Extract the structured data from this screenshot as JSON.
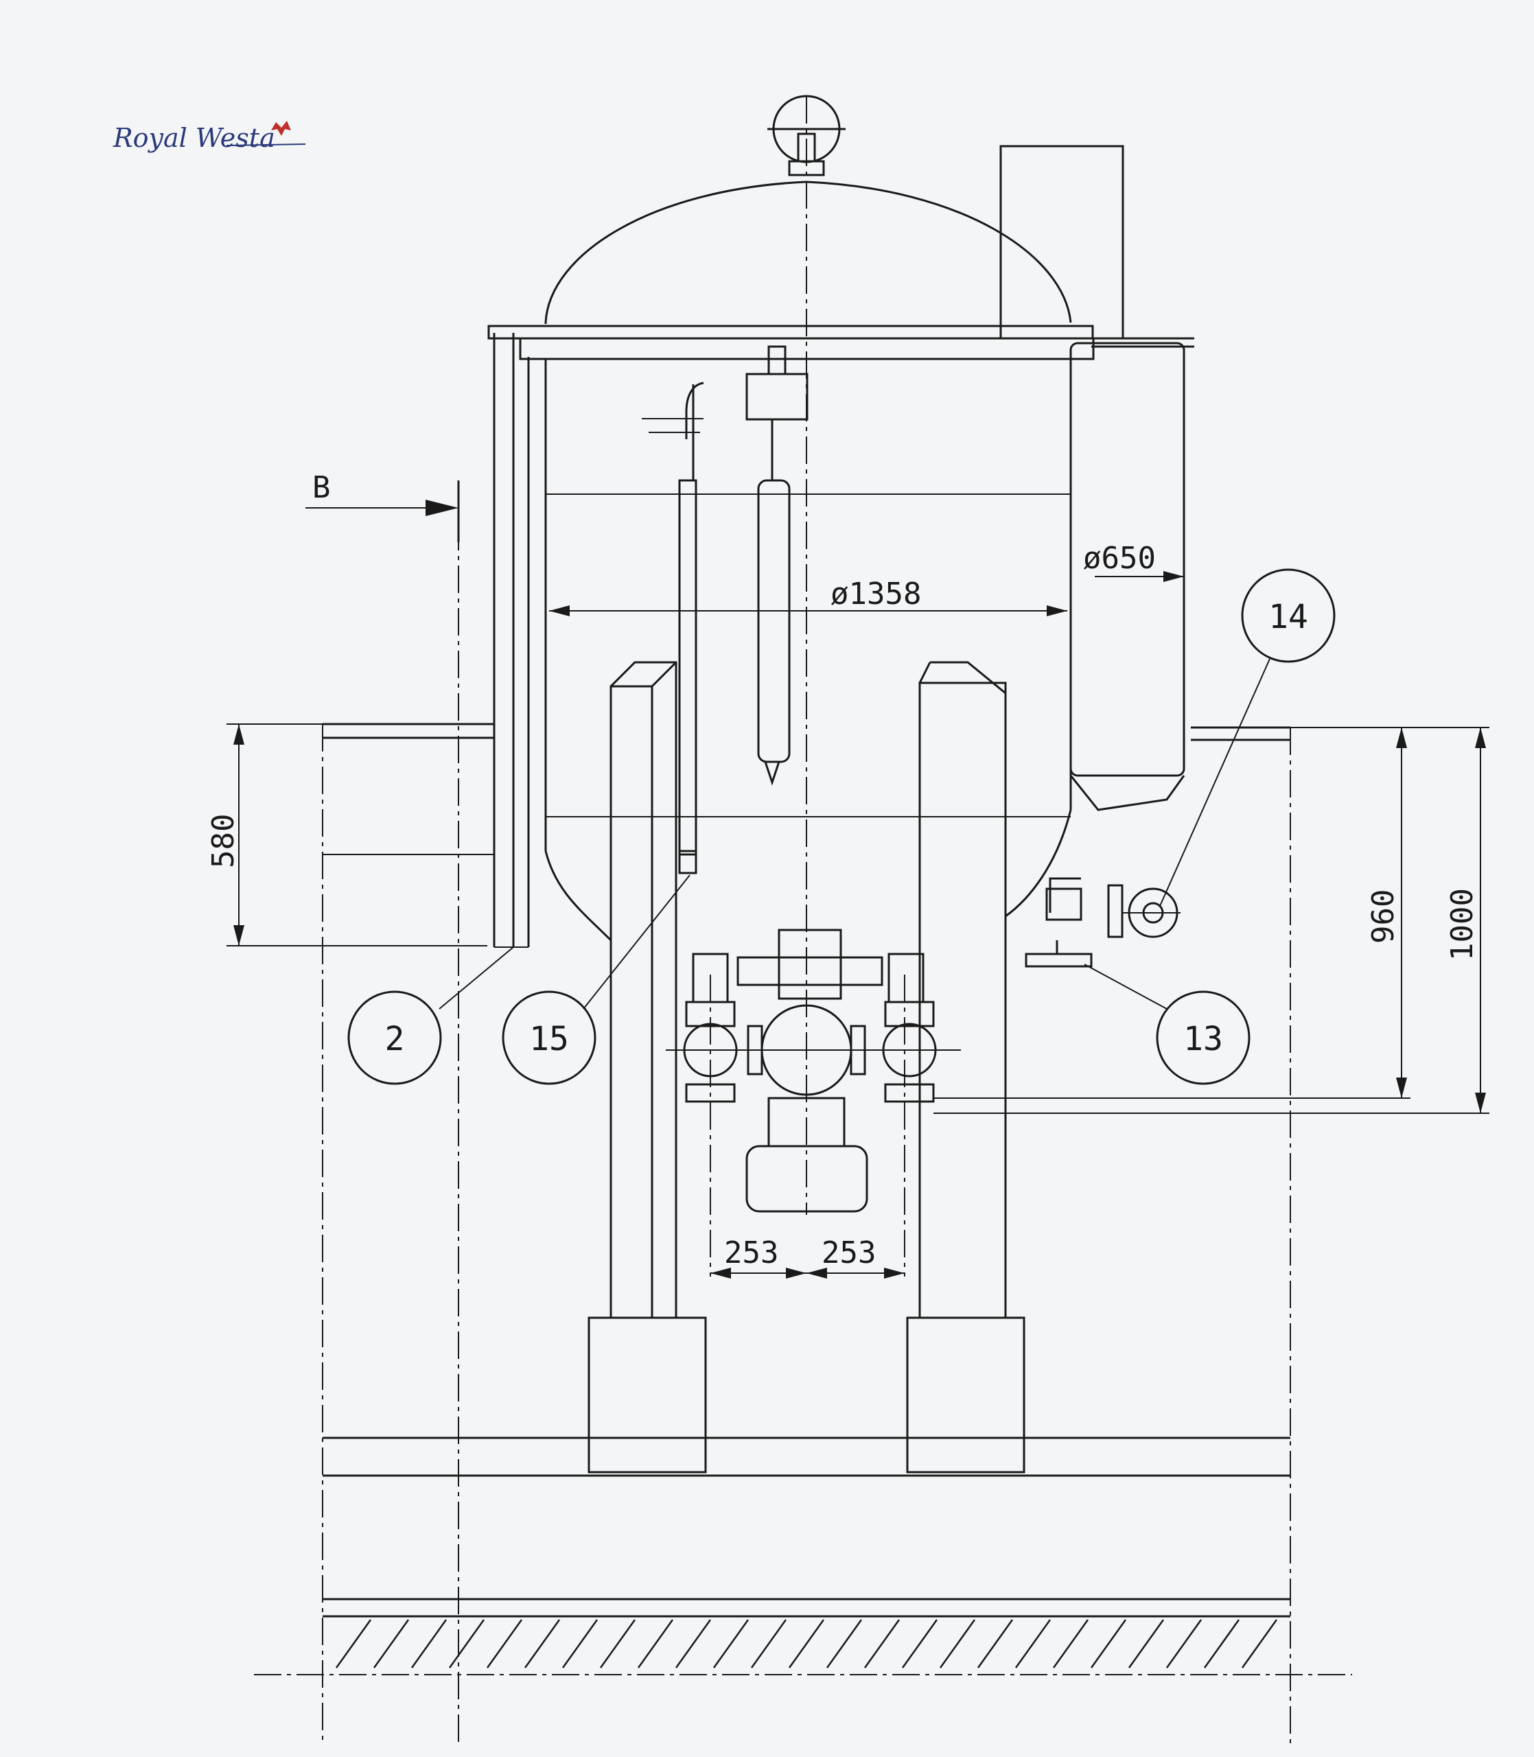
{
  "logo": {
    "text": "Royal Westa",
    "leaf_color": "#c0302a",
    "text_color": "#2a3a7a"
  },
  "view_marker": {
    "label": "B"
  },
  "dimensions": {
    "vessel_diameter": "ø1358",
    "side_tank_diameter": "ø650",
    "height_left": "580",
    "height_960": "960",
    "height_1000": "1000",
    "offset_left": "253",
    "offset_right": "253"
  },
  "callouts": [
    {
      "number": "2"
    },
    {
      "number": "15"
    },
    {
      "number": "13"
    },
    {
      "number": "14"
    }
  ]
}
